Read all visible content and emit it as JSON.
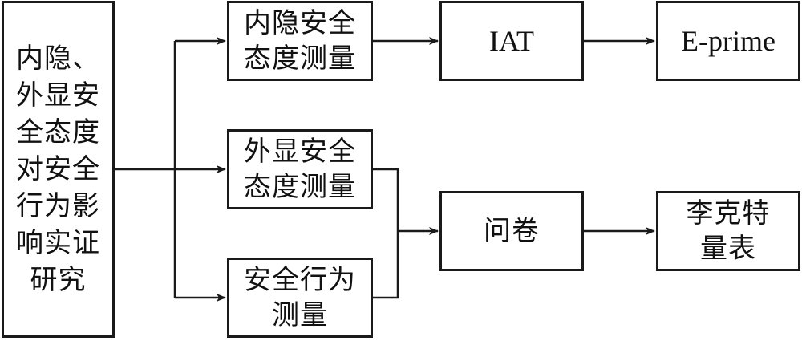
{
  "nodes": {
    "root": "内隐、\n外显安\n全态度\n对安全\n行为影\n响实证\n研究",
    "implicit_measure": "内隐安全\n态度测量",
    "explicit_measure": "外显安全\n态度测量",
    "behavior_measure": "安全行为\n测量",
    "iat": "IAT",
    "eprime": "E-prime",
    "questionnaire": "问卷",
    "likert": "李克特\n量表"
  },
  "edges": [
    {
      "from": "root",
      "to": "implicit_measure"
    },
    {
      "from": "root",
      "to": "explicit_measure"
    },
    {
      "from": "root",
      "to": "behavior_measure"
    },
    {
      "from": "implicit_measure",
      "to": "iat"
    },
    {
      "from": "iat",
      "to": "eprime"
    },
    {
      "from": "explicit_measure",
      "to": "questionnaire"
    },
    {
      "from": "behavior_measure",
      "to": "questionnaire"
    },
    {
      "from": "questionnaire",
      "to": "likert"
    }
  ],
  "colors": {
    "line": "#1a1a1a",
    "box_fill": "#ffffff",
    "text": "#111111"
  }
}
